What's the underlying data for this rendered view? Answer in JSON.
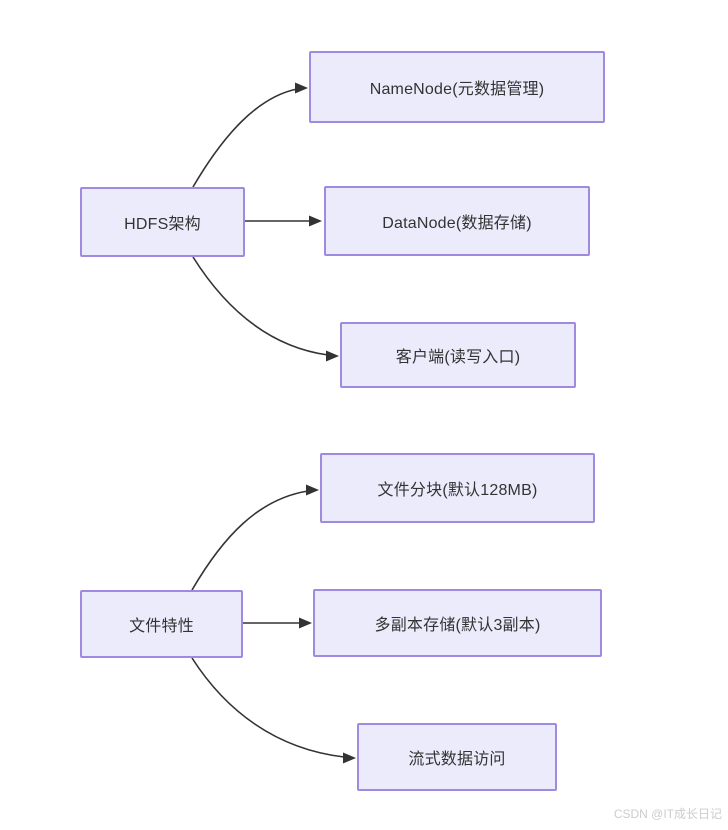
{
  "diagram": {
    "groups": [
      {
        "root": {
          "label": "HDFS架构"
        },
        "children": [
          {
            "label": "NameNode(元数据管理)"
          },
          {
            "label": "DataNode(数据存储)"
          },
          {
            "label": "客户端(读写入口)"
          }
        ]
      },
      {
        "root": {
          "label": "文件特性"
        },
        "children": [
          {
            "label": "文件分块(默认128MB)"
          },
          {
            "label": "多副本存储(默认3副本)"
          },
          {
            "label": "流式数据访问"
          }
        ]
      }
    ],
    "edges": [
      {
        "from": "HDFS架构",
        "to": "NameNode(元数据管理)"
      },
      {
        "from": "HDFS架构",
        "to": "DataNode(数据存储)"
      },
      {
        "from": "HDFS架构",
        "to": "客户端(读写入口)"
      },
      {
        "from": "文件特性",
        "to": "文件分块(默认128MB)"
      },
      {
        "from": "文件特性",
        "to": "多副本存储(默认3副本)"
      },
      {
        "from": "文件特性",
        "to": "流式数据访问"
      }
    ],
    "colors": {
      "node_fill": "#ebebfb",
      "node_border": "#9f8ae0",
      "edge": "#333333",
      "text": "#333333",
      "watermark": "#cccccc"
    }
  },
  "watermark": {
    "text": "CSDN @IT成长日记"
  }
}
